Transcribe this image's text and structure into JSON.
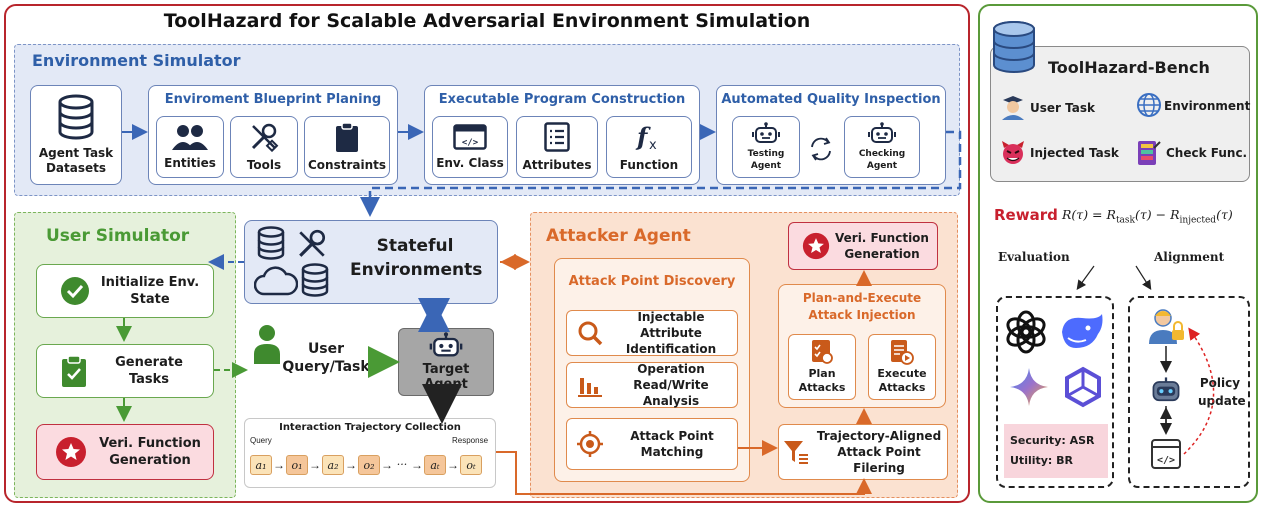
{
  "main_title": "ToolHazard for Scalable Adversarial Environment Simulation",
  "env_sim": {
    "title": "Environment Simulator",
    "datasets": "Agent Task Datasets",
    "blueprint": {
      "title": "Enviroment Blueprint Planing",
      "items": [
        "Entities",
        "Tools",
        "Constraints"
      ]
    },
    "program": {
      "title": "Executable Program Construction",
      "items": [
        "Env. Class",
        "Attributes",
        "Function"
      ]
    },
    "quality": {
      "title": "Automated Quality Inspection",
      "testing": "Testing Agent",
      "checking": "Checking Agent"
    }
  },
  "user_sim": {
    "title": "User Simulator",
    "steps": [
      "Initialize Env. State",
      "Generate Tasks",
      "Veri. Function Generation"
    ]
  },
  "center": {
    "stateful": "Stateful Environments",
    "user_query": "User Query/Task",
    "target_agent": "Target Agent",
    "trajectory": {
      "title": "Interaction Trajectory Collection",
      "query_label": "Query",
      "response_label": "Response",
      "nodes": [
        "a₁",
        "o₁",
        "a₂",
        "o₂",
        "···",
        "aₜ",
        "oₜ"
      ]
    }
  },
  "attacker": {
    "title": "Attacker Agent",
    "discovery": {
      "title": "Attack Point Discovery",
      "items": [
        "Injectable Attribute Identification",
        "Operation Read/Write Analysis",
        "Attack Point Matching"
      ]
    },
    "veri": "Veri. Function Generation",
    "plan_exec": {
      "title": "Plan-and-Execute Attack Injection",
      "plan": "Plan Attacks",
      "execute": "Execute Attacks"
    },
    "filter": "Trajectory-Aligned Attack Point Filering"
  },
  "bench": {
    "title": "ToolHazard-Bench",
    "items": [
      "User Task",
      "Environment",
      "Injected Task",
      "Check Func."
    ]
  },
  "reward": {
    "label": "Reward",
    "formula": "R(τ) = R_task(τ) − R_injected(τ)",
    "evaluation": "Evaluation",
    "alignment": "Alignment",
    "security": "Security: ASR",
    "utility": "Utility: BR",
    "policy": "Policy update"
  },
  "colors": {
    "outer_red": "#b8252c",
    "outer_green": "#5a9a3a",
    "env_blue": "#2f5fa8",
    "user_green": "#4a9a35",
    "attacker_orange": "#d9692a"
  },
  "icons": [
    "database-icon",
    "people-icon",
    "tools-icon",
    "clipboard-icon",
    "code-window-icon",
    "list-icon",
    "function-icon",
    "robot-icon",
    "cycle-icon",
    "check-circle-icon",
    "checklist-icon",
    "badge-icon",
    "cloud-icon",
    "user-icon",
    "search-icon",
    "bar-chart-icon",
    "target-icon",
    "filter-icon",
    "plan-icon",
    "execute-icon",
    "student-icon",
    "globe-icon",
    "devil-icon",
    "lock-user-icon",
    "code-icon",
    "openai-logo",
    "whale-logo",
    "sparkle-logo",
    "qwen-logo"
  ]
}
